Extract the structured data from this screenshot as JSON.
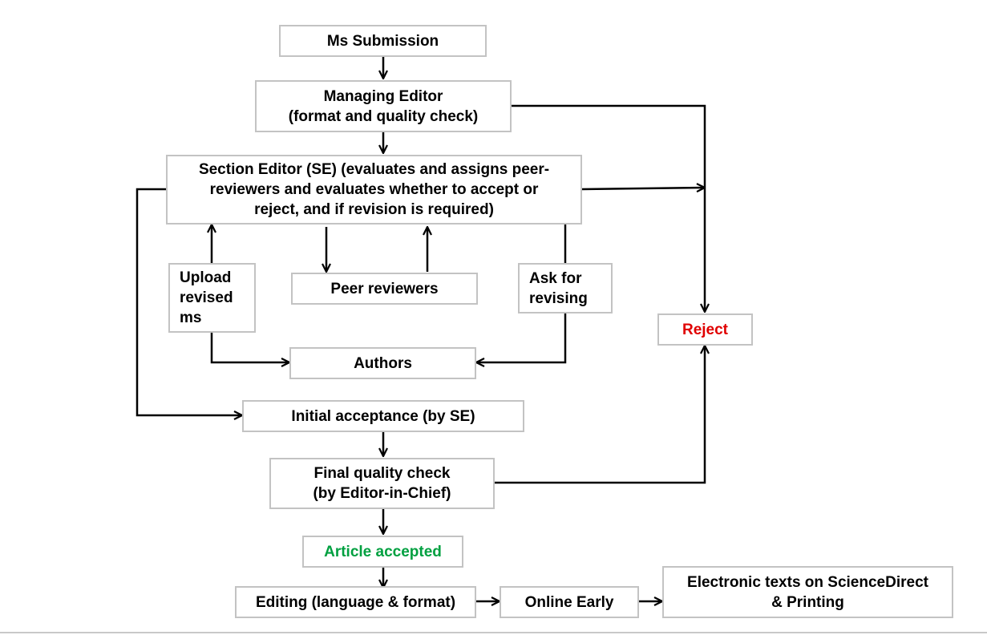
{
  "diagram": {
    "nodes": {
      "submission": [
        "Ms Submission"
      ],
      "managing_editor": [
        "Managing Editor",
        "(format and quality check)"
      ],
      "section_editor": [
        "Section Editor (SE) (evaluates and assigns peer-",
        "reviewers and evaluates whether to accept or",
        "reject, and if revision is required)"
      ],
      "upload": [
        "Upload",
        "revised",
        "ms"
      ],
      "peer_reviewers": [
        "Peer reviewers"
      ],
      "ask_revising": [
        "Ask for",
        "revising"
      ],
      "reject": [
        "Reject"
      ],
      "authors": [
        "Authors"
      ],
      "initial_acceptance": [
        "Initial acceptance (by SE)"
      ],
      "final_check": [
        "Final quality check",
        "(by Editor-in-Chief)"
      ],
      "accepted": [
        "Article accepted"
      ],
      "editing": [
        "Editing (language & format)"
      ],
      "online_early": [
        "Online Early"
      ],
      "electronic": [
        "Electronic texts on ScienceDirect",
        "& Printing"
      ]
    },
    "colors": {
      "reject": "#e00000",
      "accepted": "#00a040",
      "border": "#c3c3c3",
      "line": "#000000"
    }
  }
}
